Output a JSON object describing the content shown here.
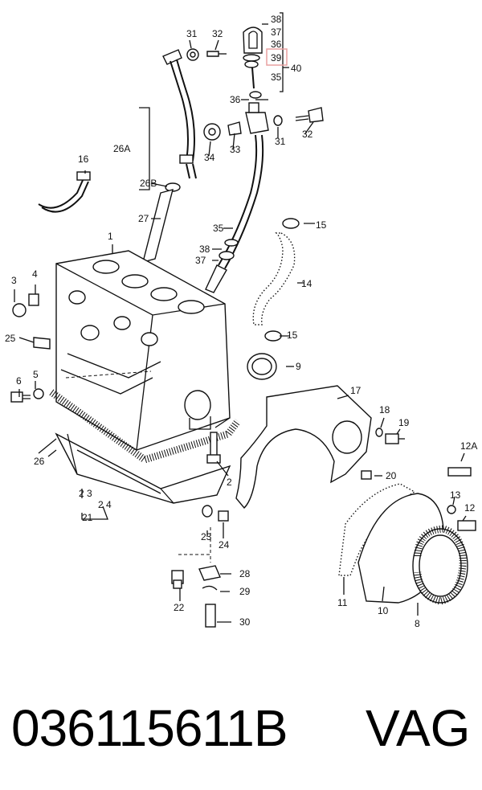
{
  "callouts": {
    "c1": "1",
    "c2": "2",
    "c3": "3",
    "c4": "4",
    "c5": "5",
    "c6": "6",
    "c8": "8",
    "c9": "9",
    "c10": "10",
    "c11": "11",
    "c12": "12",
    "c12a": "12A",
    "c13": "13",
    "c14": "14",
    "c15a": "15",
    "c15b": "15",
    "c16": "16",
    "c17": "17",
    "c18": "18",
    "c19": "19",
    "c20": "20",
    "c21": "21",
    "c22": "22",
    "c23": "23",
    "c23b": "2 3",
    "c24": "24",
    "c24b": "2 4",
    "c25": "25",
    "c26": "26",
    "c26a": "26A",
    "c26b": "26B",
    "c27": "27",
    "c28": "28",
    "c29": "29",
    "c30": "30",
    "c31a": "31",
    "c31b": "31",
    "c32a": "32",
    "c32b": "32",
    "c33": "33",
    "c34": "34",
    "c35a": "35",
    "c35b": "35",
    "c36": "36",
    "c36b": "36",
    "c37": "37",
    "c37b": "37",
    "c38": "38",
    "c38b": "38",
    "c39": "39",
    "c40": "40"
  },
  "highlight": {
    "part": "39",
    "color": "#e8a0a0"
  },
  "footer": {
    "part_number": "036115611B",
    "brand": "VAG"
  }
}
